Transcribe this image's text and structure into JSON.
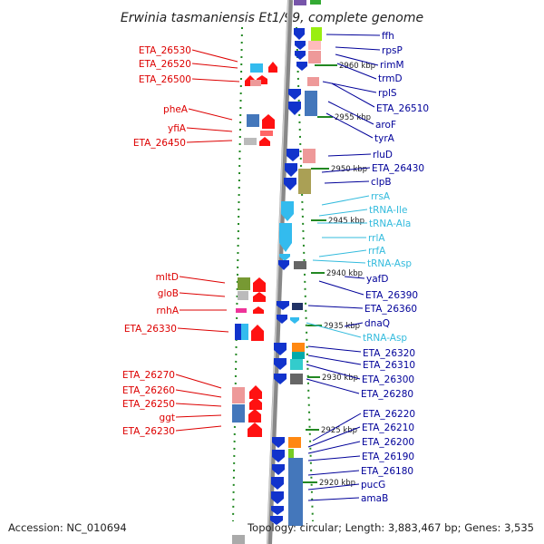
{
  "title": "Erwinia tasmaniensis Et1/99, complete genome",
  "accession_label": "Accession: NC_010694",
  "summary": "Topology: circular; Length: 3,883,467 bp; Genes: 3,535",
  "colors": {
    "left_labels": "#dd0000",
    "right_labels": "#000099",
    "rna_labels": "#33bbdd",
    "backbone": "#999999",
    "ticks": "#228822"
  },
  "kbp_marks": [
    "2960 kbp",
    "2955 kbp",
    "2950 kbp",
    "2945 kbp",
    "2940 kbp",
    "2935 kbp",
    "2930 kbp",
    "2925 kbp",
    "2920 kbp"
  ],
  "left_genes": [
    "ETA_26530",
    "ETA_26520",
    "ETA_26500",
    "pheA",
    "yfiA",
    "ETA_26450",
    "mltD",
    "gloB",
    "rnhA",
    "ETA_26330",
    "ETA_26270",
    "ETA_26260",
    "ETA_26250",
    "ggt",
    "ETA_26230"
  ],
  "right_genes": [
    {
      "name": "ffh",
      "type": "gene"
    },
    {
      "name": "rpsP",
      "type": "gene"
    },
    {
      "name": "rimM",
      "type": "gene"
    },
    {
      "name": "trmD",
      "type": "gene"
    },
    {
      "name": "rplS",
      "type": "gene"
    },
    {
      "name": "ETA_26510",
      "type": "gene"
    },
    {
      "name": "aroF",
      "type": "gene"
    },
    {
      "name": "tyrA",
      "type": "gene"
    },
    {
      "name": "rluD",
      "type": "gene"
    },
    {
      "name": "ETA_26430",
      "type": "gene"
    },
    {
      "name": "clpB",
      "type": "gene"
    },
    {
      "name": "rrsA",
      "type": "rna"
    },
    {
      "name": "tRNA-Ile",
      "type": "rna"
    },
    {
      "name": "tRNA-Ala",
      "type": "rna"
    },
    {
      "name": "rrlA",
      "type": "rna"
    },
    {
      "name": "rrfA",
      "type": "rna"
    },
    {
      "name": "tRNA-Asp",
      "type": "rna"
    },
    {
      "name": "yafD",
      "type": "gene"
    },
    {
      "name": "ETA_26390",
      "type": "gene"
    },
    {
      "name": "ETA_26360",
      "type": "gene"
    },
    {
      "name": "dnaQ",
      "type": "gene"
    },
    {
      "name": "tRNA-Asp",
      "type": "rna"
    },
    {
      "name": "ETA_26320",
      "type": "gene"
    },
    {
      "name": "ETA_26310",
      "type": "gene"
    },
    {
      "name": "ETA_26300",
      "type": "gene"
    },
    {
      "name": "ETA_26280",
      "type": "gene"
    },
    {
      "name": "ETA_26220",
      "type": "gene"
    },
    {
      "name": "ETA_26210",
      "type": "gene"
    },
    {
      "name": "ETA_26200",
      "type": "gene"
    },
    {
      "name": "ETA_26190",
      "type": "gene"
    },
    {
      "name": "ETA_26180",
      "type": "gene"
    },
    {
      "name": "pucG",
      "type": "gene"
    },
    {
      "name": "amaB",
      "type": "gene"
    }
  ]
}
